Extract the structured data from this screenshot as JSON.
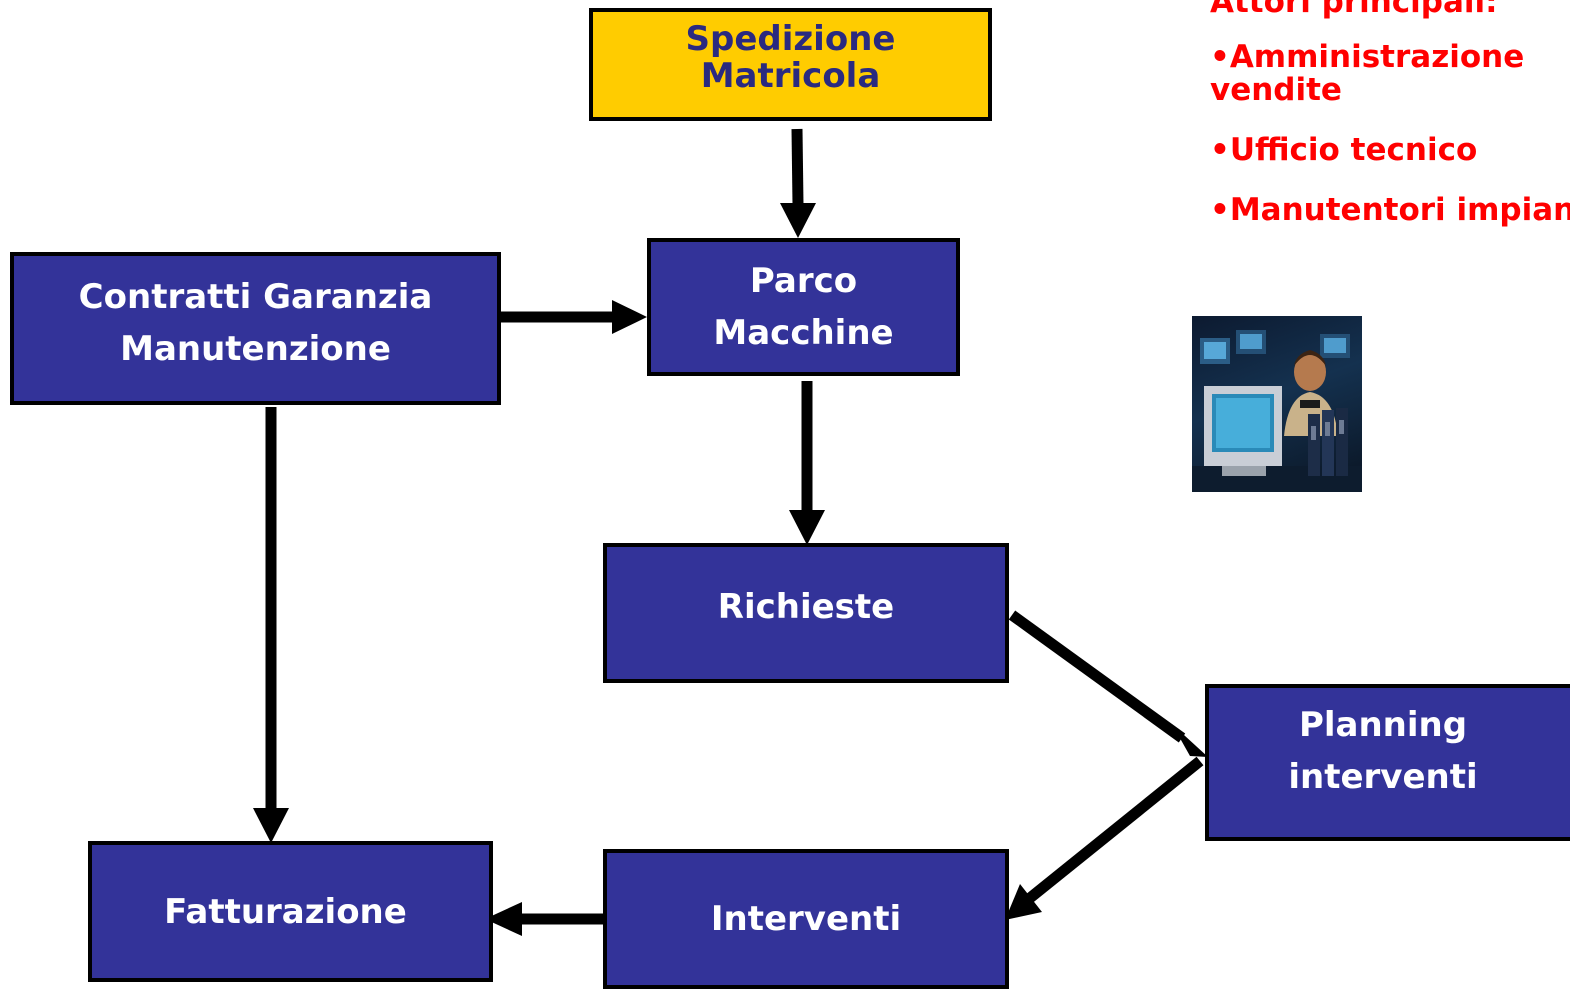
{
  "nodes": {
    "spedizione": {
      "lines": [
        "Spedizione",
        "Matricola"
      ]
    },
    "parco": {
      "lines": [
        "Parco",
        "Macchine"
      ]
    },
    "contratti": {
      "lines": [
        "Contratti Garanzia",
        "Manutenzione"
      ]
    },
    "richieste": {
      "lines": [
        "Richieste"
      ]
    },
    "planning": {
      "lines": [
        "Planning",
        "interventi"
      ]
    },
    "interventi": {
      "lines": [
        "Interventi"
      ]
    },
    "fatturazione": {
      "lines": [
        "Fatturazione"
      ]
    }
  },
  "actors": {
    "title": "Attori principali:",
    "items": [
      "•Amministrazione vendite",
      "•Ufficio tecnico",
      "•Manutentori impianti"
    ]
  },
  "colors": {
    "box_fill": "#333399",
    "highlight_fill": "#ffcc00",
    "highlight_text": "#2a2a80",
    "actors_text": "#ff0000",
    "arrow": "#000000"
  }
}
